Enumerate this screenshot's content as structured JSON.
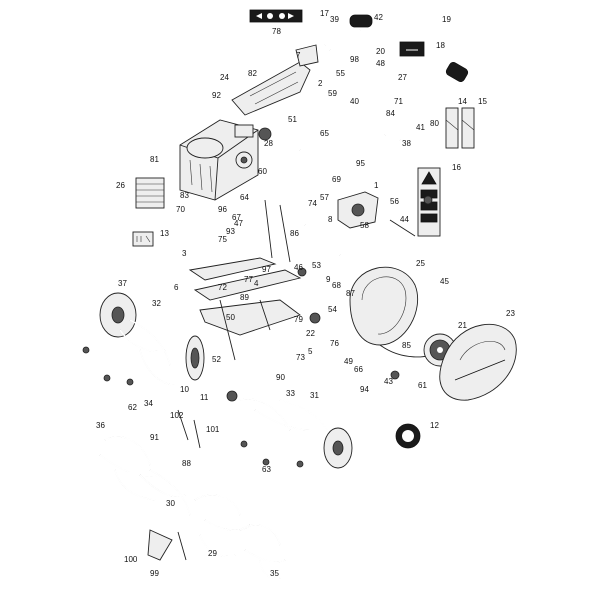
{
  "diagram": {
    "part_labels": [
      "1",
      "2",
      "3",
      "4",
      "5",
      "6",
      "7",
      "8",
      "9",
      "10",
      "11",
      "12",
      "13",
      "14",
      "15",
      "16",
      "17",
      "18",
      "19",
      "20",
      "21",
      "22",
      "23",
      "24",
      "25",
      "26",
      "27",
      "28",
      "29",
      "30",
      "31",
      "32",
      "33",
      "34",
      "35",
      "36",
      "37",
      "38",
      "39",
      "40",
      "41",
      "42",
      "43",
      "44",
      "45",
      "46",
      "47",
      "48",
      "49",
      "50",
      "51",
      "52",
      "53",
      "54",
      "55",
      "56",
      "57",
      "58",
      "59",
      "60",
      "61",
      "62",
      "63",
      "64",
      "65",
      "66",
      "67",
      "68",
      "69",
      "70",
      "71",
      "72",
      "73",
      "74",
      "75",
      "76",
      "77",
      "78",
      "79",
      "80",
      "81",
      "82",
      "83",
      "84",
      "85",
      "86",
      "87",
      "88",
      "89",
      "90",
      "91",
      "92",
      "93",
      "94",
      "95",
      "96",
      "97",
      "98",
      "99",
      "100",
      "101",
      "102"
    ],
    "colors": {
      "line": "#222222",
      "fill": "#eeeeee",
      "dark": "#1a1a1a",
      "background": "#ffffff"
    },
    "icons": [
      "decal-arrows-icon",
      "warning-decal-icon",
      "gear-symbol-icon",
      "operator-manual-icon",
      "engine-icon",
      "tine-assembly-icon",
      "wheel-icon",
      "belt-cover-icon"
    ]
  }
}
